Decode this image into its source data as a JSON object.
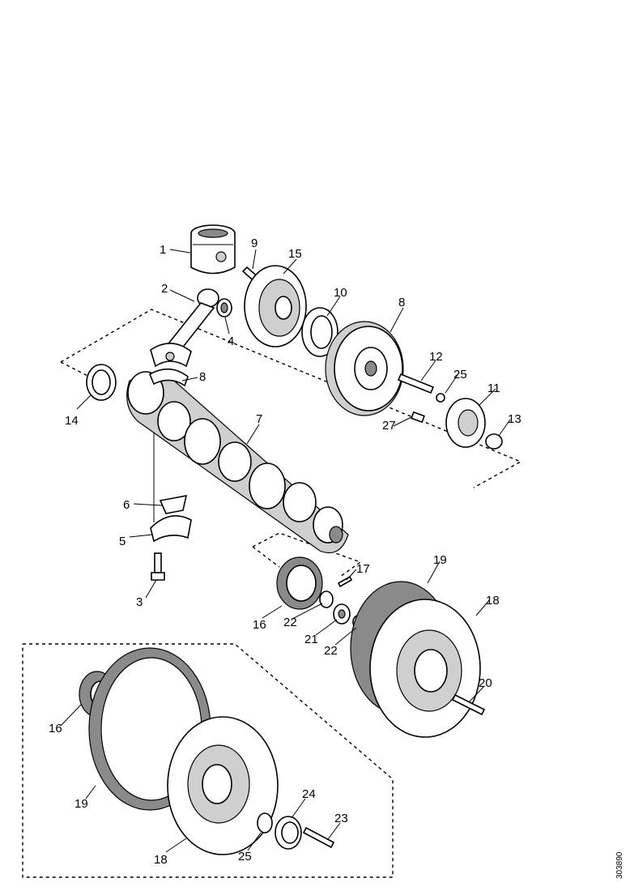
{
  "figure": {
    "reference": "303890",
    "callouts": {
      "c1": "1",
      "c2": "2",
      "c3": "3",
      "c4": "4",
      "c5": "5",
      "c6": "6",
      "c7": "7",
      "c8a": "8",
      "c8b": "8",
      "c9": "9",
      "c10": "10",
      "c11": "11",
      "c12": "12",
      "c13": "13",
      "c14": "14",
      "c15": "15",
      "c16": "16",
      "c17": "17",
      "c18": "18",
      "c19": "19",
      "c20": "20",
      "c21": "21",
      "c22a": "22",
      "c22b": "22",
      "c25a": "25",
      "c27": "27",
      "inset_16": "16",
      "inset_19": "19",
      "inset_18": "18",
      "inset_24": "24",
      "inset_23": "23",
      "inset_25": "25"
    }
  }
}
